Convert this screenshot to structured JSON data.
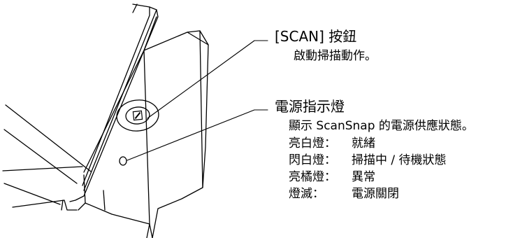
{
  "scan_button": {
    "title": "[SCAN] 按鈕",
    "description": "啟動掃描動作。"
  },
  "power_indicator": {
    "title": "電源指示燈",
    "description": "顯示 ScanSnap 的電源供應狀態。",
    "states": [
      {
        "label": "亮白燈：",
        "value": "就緒"
      },
      {
        "label": "閃白燈：",
        "value": "掃描中 / 待機狀態"
      },
      {
        "label": "亮橘燈：",
        "value": "異常"
      },
      {
        "label": "燈滅：",
        "value": "電源關閉"
      }
    ]
  },
  "icons": {
    "scan_button_glyph": "scan-icon",
    "indicator_lamp": "indicator-lamp-icon"
  }
}
